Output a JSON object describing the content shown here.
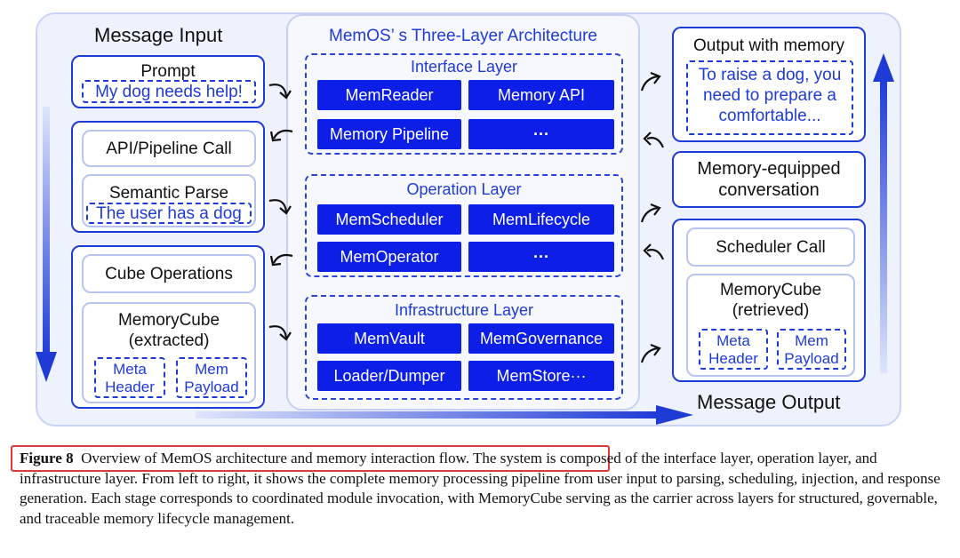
{
  "diagram": {
    "left_title": "Message Input",
    "right_title": "Message Output",
    "center_title": "MemOS’ s Three-Layer Architecture",
    "left": {
      "prompt_label": "Prompt",
      "prompt_text": "My dog needs help!",
      "api_call": "API/Pipeline Call",
      "semantic_parse": "Semantic Parse",
      "parse_text": "The user has a dog",
      "cube_ops": "Cube Operations",
      "cube_title": "MemoryCube",
      "cube_sub": "(extracted)",
      "meta_1": "Meta",
      "meta_2": "Header",
      "mem_1": "Mem",
      "mem_2": "Payload"
    },
    "layers": {
      "interface": {
        "title": "Interface Layer",
        "mods": [
          "MemReader",
          "Memory API",
          "Memory Pipeline",
          "···"
        ]
      },
      "operation": {
        "title": "Operation Layer",
        "mods": [
          "MemScheduler",
          "MemLifecycle",
          "MemOperator",
          "···"
        ]
      },
      "infrastructure": {
        "title": "Infrastructure Layer",
        "mods": [
          "MemVault",
          "MemGovernance",
          "Loader/Dumper",
          "MemStore···"
        ]
      }
    },
    "right": {
      "output_title": "Output with memory",
      "output_1": "To raise a dog, you",
      "output_2": "need to prepare a",
      "output_3": "comfortable...",
      "conv_1": "Memory-equipped",
      "conv_2": "conversation",
      "scheduler": "Scheduler Call",
      "cube_title": "MemoryCube",
      "cube_sub": "(retrieved)",
      "meta_1": "Meta",
      "meta_2": "Header",
      "mem_1": "Mem",
      "mem_2": "Payload"
    }
  },
  "caption": {
    "label": "Figure 8",
    "highlight": "Overview of MemOS architecture and memory interaction flow.",
    "text": "The system is composed of the interface layer, operation layer, and infrastructure layer. From left to right, it shows the complete memory processing pipeline from user input to parsing, scheduling, injection, and response generation. Each stage corresponds to coordinated module invocation, with MemoryCube serving as the carrier across layers for structured, governable, and traceable memory lifecycle management."
  },
  "colors": {
    "accent": "#1f3bd6",
    "module_fill": "#0d1fe6",
    "panel_bg": "#eef2fc",
    "highlight_box": "#e23a3a"
  }
}
